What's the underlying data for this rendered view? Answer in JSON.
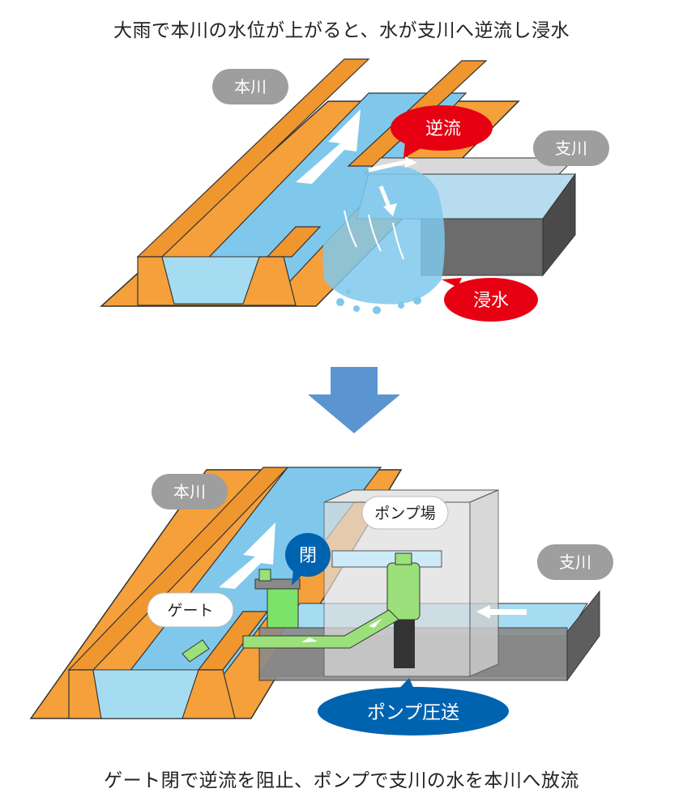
{
  "top": {
    "caption": "大雨で本川の水位が上がると、水が支川へ逆流し浸水",
    "label_main_river": "本川",
    "label_tributary": "支川",
    "label_backflow": "逆流",
    "label_flooding": "浸水"
  },
  "bottom": {
    "caption": "ゲート閉で逆流を阻止、ポンプで支川の水を本川へ放流",
    "label_main_river": "本川",
    "label_tributary": "支川",
    "label_pump_station": "ポンプ場",
    "label_closed": "閉",
    "label_gate": "ゲート",
    "label_pump_transfer": "ポンプ圧送"
  },
  "colors": {
    "embankment": "#f5a03a",
    "water": "#7fc8ec",
    "tributary_wall": "#6c6c6c",
    "red_bubble": "#e60012",
    "blue_bubble": "#0063b0",
    "grey_tag": "#9e9e9e",
    "arrow": "#5b95d1",
    "pipe": "#9be07a"
  }
}
